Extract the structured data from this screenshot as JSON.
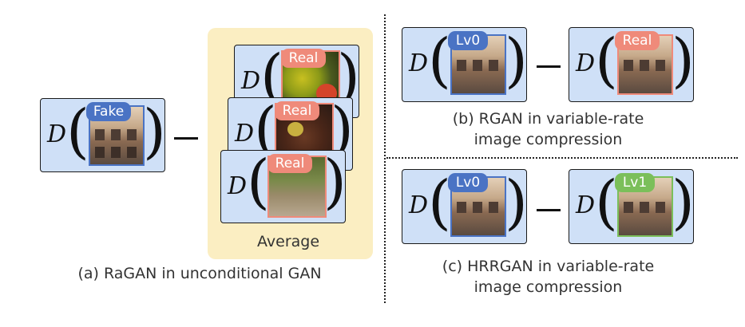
{
  "colors": {
    "panel_fill": "#cfe0f7",
    "fake_badge": "#4a73c4",
    "real_badge": "#ef8a7a",
    "lv0_badge": "#4a73c4",
    "lv1_badge": "#7bbf5a",
    "average_bg": "#fbeec2"
  },
  "symbol": "D",
  "badges": {
    "fake": "Fake",
    "real": "Real",
    "lv0": "Lv0",
    "lv1": "Lv1"
  },
  "average_label": "Average",
  "captions": {
    "a": "(a) RaGAN in unconditional GAN",
    "b_line1": "(b) RGAN in variable-rate",
    "b_line2": "image compression",
    "c_line1": "(c) HRRGAN in variable-rate",
    "c_line2": "image compression"
  }
}
